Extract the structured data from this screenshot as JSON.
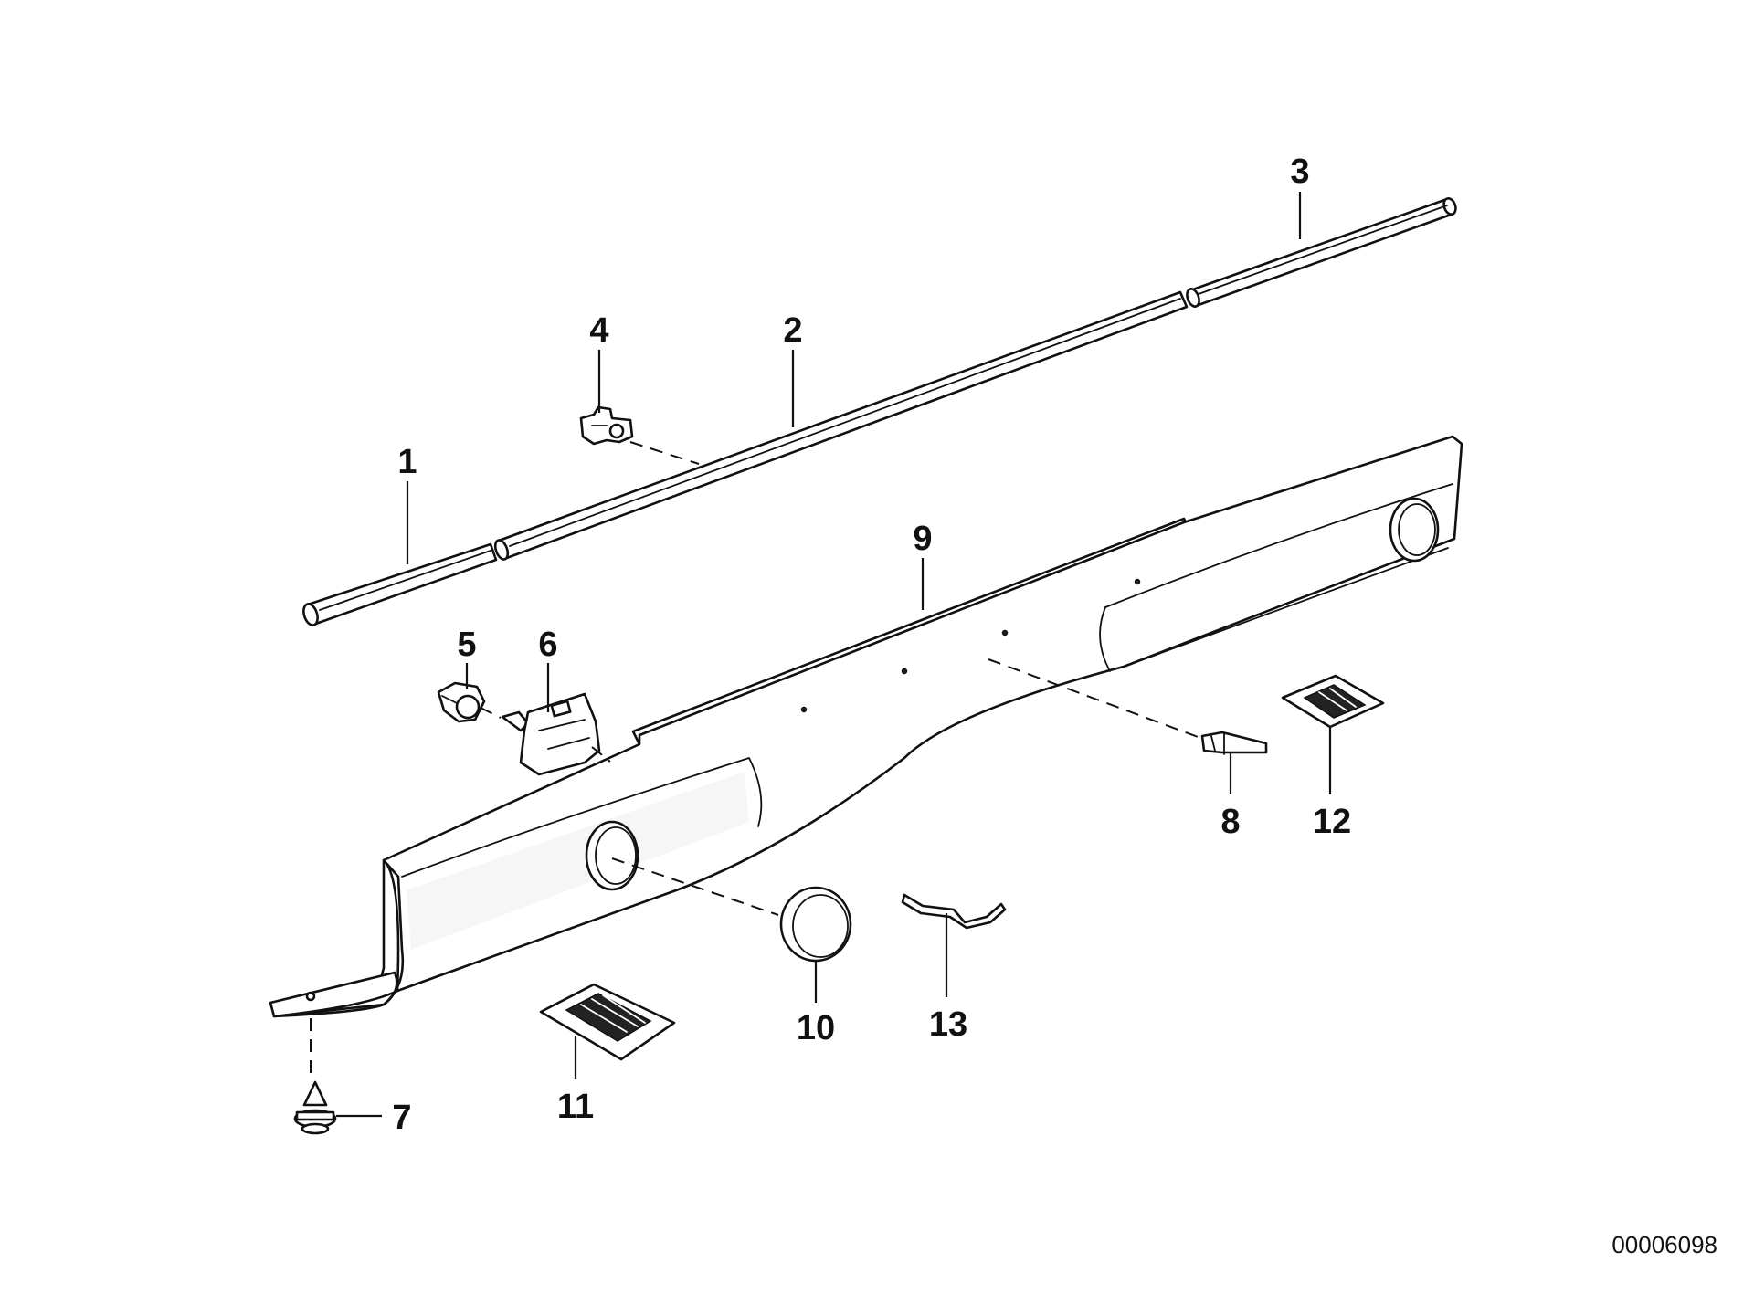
{
  "diagram": {
    "callouts": {
      "c1": "1",
      "c2": "2",
      "c3": "3",
      "c4": "4",
      "c5": "5",
      "c6": "6",
      "c7": "7",
      "c8": "8",
      "c9": "9",
      "c10": "10",
      "c11": "11",
      "c12": "12",
      "c13": "13"
    },
    "document_number": "00006098"
  }
}
